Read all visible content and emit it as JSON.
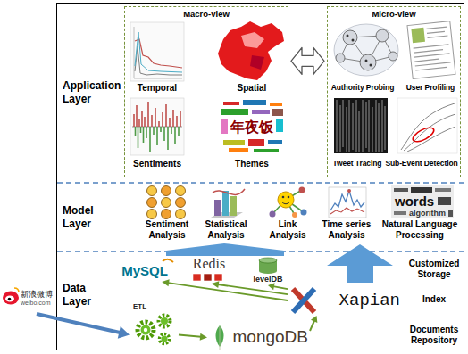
{
  "diagram": {
    "nodes": [
      {
        "text": [
          "Application Layer"
        ]
      },
      {
        "text": [
          "Macro-view"
        ],
        "in": 0
      },
      {
        "text": [
          "Micro-view"
        ],
        "in": 0
      },
      {
        "text": [
          "Model Layer"
        ]
      },
      {
        "text": [
          "Data Layer"
        ]
      },
      {
        "text": [
          "MySQL"
        ],
        "in": 4
      },
      {
        "text": [
          "Redis"
        ],
        "in": 4
      },
      {
        "text": [
          "levelDB"
        ],
        "in": 4
      },
      {
        "text": [
          "Xapian"
        ],
        "in": 4
      },
      {
        "text": [
          "ETL"
        ],
        "in": 4
      },
      {
        "text": [
          "mongoDB"
        ],
        "in": 4
      },
      {
        "text": [
          "新浪微博",
          "weibo.com"
        ]
      }
    ],
    "edges": [
      {
        "from": 1,
        "to": 2,
        "arrow": "both"
      },
      {
        "from": 11,
        "to": 9,
        "arrow": "to"
      },
      {
        "from": 9,
        "to": 10,
        "arrow": "to"
      },
      {
        "from": 10,
        "to": 8,
        "arrow": "to"
      },
      {
        "from": 8,
        "to": 5,
        "arrow": "to"
      },
      {
        "from": 8,
        "to": 6,
        "arrow": "to"
      },
      {
        "from": 8,
        "to": 7,
        "arrow": "to"
      }
    ],
    "labels": [
      "Temporal",
      "Spatial",
      "Sentiments",
      "年夜饭",
      "Themes",
      "Authority Probing",
      "User Profiling",
      "Tweet Tracing",
      "Sub-Event Detection",
      "Sentiment Analysis",
      "Statistical Analysis",
      "Link Analysis",
      "Time series Analysis",
      "words",
      "algorithm",
      "Natural Language Processing",
      "Customized Storage",
      "Index",
      "Documents Repository"
    ]
  }
}
